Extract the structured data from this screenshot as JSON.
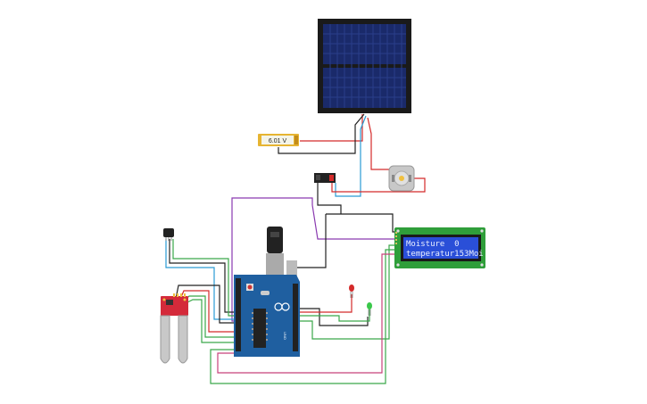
{
  "voltmeter": {
    "reading": "6.01 V"
  },
  "lcd": {
    "line1": "Moisture  0",
    "line2": "temperatur153Moi"
  },
  "arduino": {
    "model": "UNO"
  },
  "colors": {
    "wire_red": "#d42a2a",
    "wire_black": "#222222",
    "wire_blue": "#2a9bd4",
    "wire_green": "#3aa84a",
    "wire_purple": "#8a3ab0",
    "wire_pink": "#c8407a",
    "arduino_board": "#1f5fa0",
    "lcd_board": "#2f9e3a",
    "lcd_screen": "#2a4fd8",
    "solar_panel": "#1a2a6a",
    "sensor_board": "#d42a3a"
  },
  "components": [
    "solar-panel-icon",
    "voltmeter",
    "relay",
    "dc-motor-icon",
    "temperature-sensor",
    "soil-moisture-sensor",
    "arduino-uno",
    "red-led",
    "green-led",
    "lcd-16x2"
  ]
}
